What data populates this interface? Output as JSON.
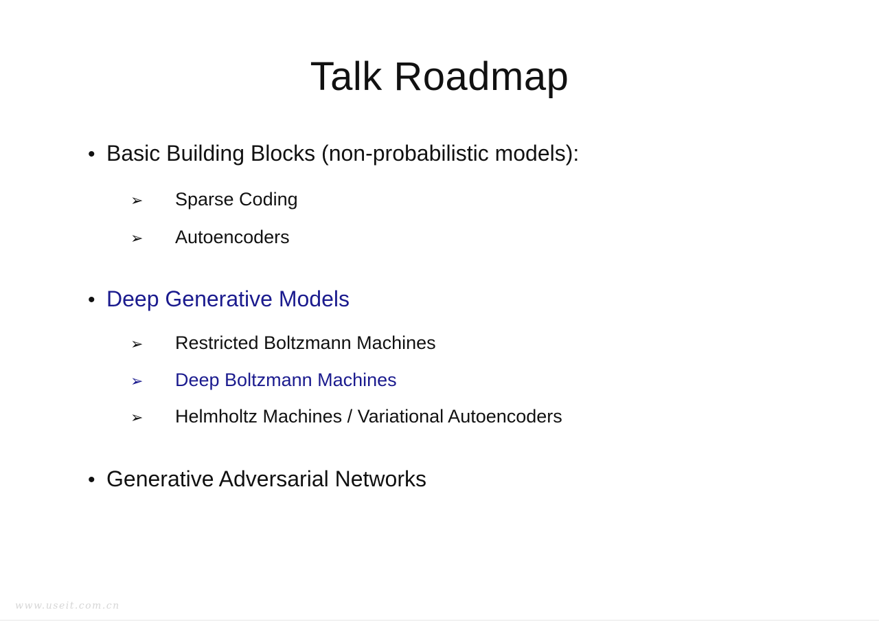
{
  "slide": {
    "title": "Talk Roadmap",
    "sections": [
      {
        "label": "Basic Building Blocks (non-probabilistic models):",
        "color": "#111111",
        "items": [
          {
            "label": "Sparse Coding",
            "color": "#111111"
          },
          {
            "label": "Autoencoders",
            "color": "#111111"
          }
        ]
      },
      {
        "label": "Deep Generative Models",
        "color": "#1b1b8e",
        "items": [
          {
            "label": "Restricted Boltzmann Machines",
            "color": "#111111"
          },
          {
            "label": "Deep Boltzmann Machines",
            "color": "#1b1b8e"
          },
          {
            "label": "Helmholtz Machines / Variational Autoencoders",
            "color": "#111111"
          }
        ]
      },
      {
        "label": "Generative Adversarial Networks",
        "color": "#111111",
        "items": []
      }
    ],
    "icons": {
      "level1_bullet": "•",
      "level2_bullet": "➢"
    },
    "colors": {
      "text": "#111111",
      "accent_blue": "#1b1b8e",
      "watermark_gray": "#d6d6d6",
      "background": "#ffffff"
    },
    "watermark": "www.useit.com.cn"
  }
}
